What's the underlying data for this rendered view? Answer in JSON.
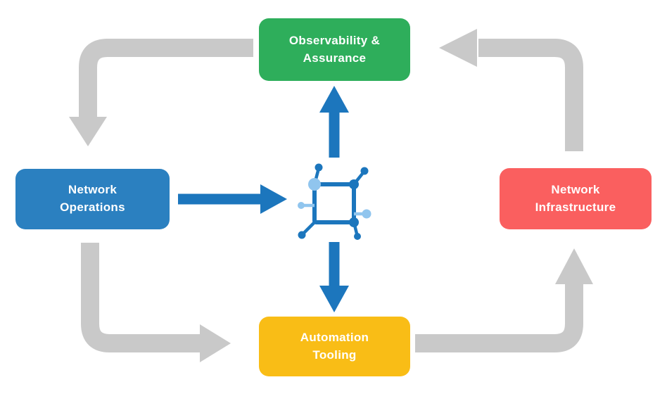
{
  "diagram": {
    "background": "#ffffff",
    "nodes": {
      "observability": {
        "line1": "Observability &",
        "line2": "Assurance",
        "color": "#2EAE5B"
      },
      "operations": {
        "line1": "Network",
        "line2": "Operations",
        "color": "#2B80C0"
      },
      "infrastructure": {
        "line1": "Network",
        "line2": "Infrastructure",
        "color": "#FA5F5F"
      },
      "automation": {
        "line1": "Automation",
        "line2": "Tooling",
        "color": "#F9BD16"
      }
    },
    "colors": {
      "cycle_arrow": "#C9C9C9",
      "hub_arrow": "#1C76BD",
      "hub_dark": "#1C76BD",
      "hub_light": "#90C5EE",
      "label_text": "#FFFFFF"
    },
    "hub_icon": "network-topology",
    "flow": [
      "Observability & Assurance -> Network Operations",
      "Network Operations -> Automation Tooling",
      "Automation Tooling -> Network Infrastructure",
      "Network Infrastructure -> Observability & Assurance",
      "Network Operations -> hub",
      "hub -> Observability & Assurance",
      "hub -> Automation Tooling"
    ]
  }
}
